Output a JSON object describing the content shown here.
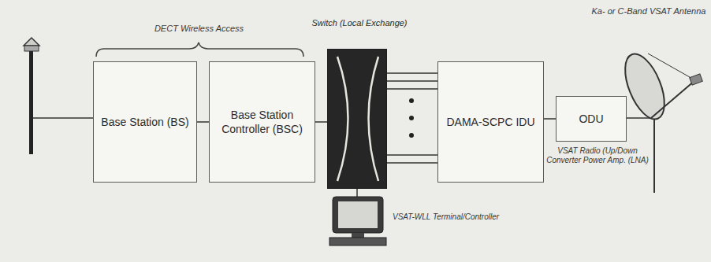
{
  "diagram": {
    "nodes": [
      {
        "text": [
          "Base Station (BS)"
        ]
      },
      {
        "text": [
          "Base Station Controller (BSC)"
        ]
      },
      {
        "text": [
          "Switch (Local Exchange)"
        ]
      },
      {
        "text": [
          "DAMA-SCPC IDU"
        ]
      },
      {
        "text": [
          "ODU"
        ]
      }
    ],
    "edges": [
      {
        "from": 0,
        "to": 1,
        "arrow": "none"
      },
      {
        "from": 1,
        "to": 2,
        "arrow": "none"
      },
      {
        "from": 2,
        "to": 3,
        "arrow": "none"
      },
      {
        "from": 3,
        "to": 4,
        "arrow": "none"
      }
    ],
    "labels": [
      "DECT Wireless Access",
      "Ka- or C-Band VSAT Antenna",
      "VSAT Radio (Up/Down Converter Power Amp. (LNA)",
      "VSAT-WLL Terminal/Controller"
    ]
  }
}
